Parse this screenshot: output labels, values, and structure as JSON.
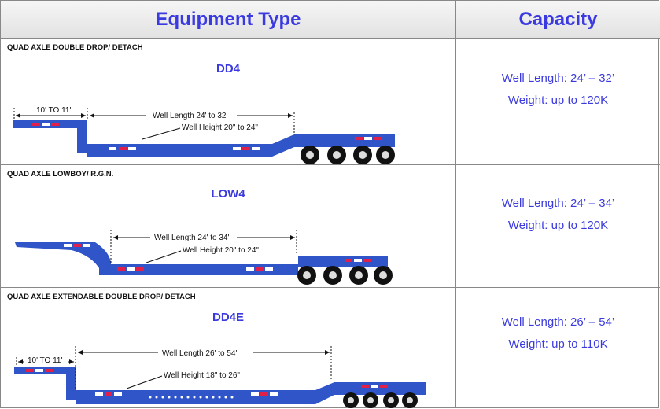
{
  "header": {
    "equipment_type": "Equipment Type",
    "capacity": "Capacity"
  },
  "rows": [
    {
      "title": "QUAD AXLE DOUBLE DROP/ DETACH",
      "code": "DD4",
      "deck_label": "10' TO 11'",
      "well_length_label": "Well Length 24' to  32'",
      "well_height_label": "Well Height 20\" to 24\"",
      "capacity_length": "Well Length: 24’ – 32’",
      "capacity_weight": "Weight: up to 120K"
    },
    {
      "title": "QUAD AXLE LOWBOY/ R.G.N.",
      "code": "LOW4",
      "well_length_label": "Well Length 24' to  34'",
      "well_height_label": "Well Height 20\" to 24\"",
      "capacity_length": "Well Length: 24’ – 34’",
      "capacity_weight": "Weight: up to 120K"
    },
    {
      "title": "QUAD AXLE EXTENDABLE DOUBLE DROP/ DETACH",
      "code": "DD4E",
      "deck_label": "10' TO 11'",
      "well_length_label": "Well Length 26' to  54'",
      "well_height_label": "Well Height 18\" to 26\"",
      "capacity_length": "Well Length: 26’ – 54’",
      "capacity_weight": "Weight: up to 110K"
    }
  ],
  "colors": {
    "trailer_blue": "#2f55c8",
    "accent_text": "#3a3ae0",
    "reflector_red": "#e0204a"
  }
}
